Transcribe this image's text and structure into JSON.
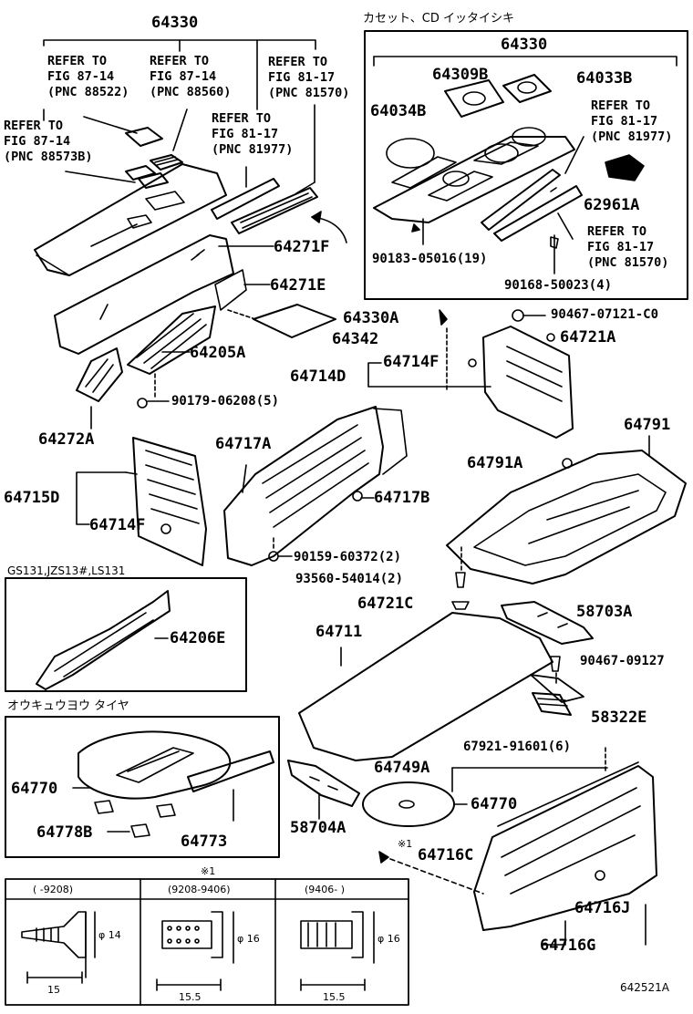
{
  "main": {
    "top_pn": "64330",
    "ref_88522": "REFER TO\nFIG 87-14\n(PNC 88522)",
    "ref_88560": "REFER TO\nFIG 87-14\n(PNC 88560)",
    "ref_81570_top": "REFER TO\nFIG 81-17\n(PNC 81570)",
    "ref_88573b": "REFER TO\nFIG 87-14\n(PNC 88573B)",
    "ref_81977": "REFER TO\nFIG 81-17\n(PNC 81977)",
    "p64271f": "64271F",
    "p64271e": "64271E",
    "p64342": "64342",
    "p64205a": "64205A",
    "p90179": "90179-06208(5)",
    "p64272a": "64272A",
    "p64717a": "64717A",
    "p64717b": "64717B",
    "p64715d": "64715D",
    "p64714f_low": "64714F",
    "p90159": "90159-60372(2)",
    "p93560": "93560-54014(2)",
    "p64721c": "64721C",
    "p64330a": "64330A",
    "p90467_0712": "90467-07121-C0",
    "p64721a": "64721A",
    "p64714f_up": "64714F",
    "p64714d": "64714D",
    "p64791": "64791",
    "p64791a": "64791A",
    "p58703a": "58703A",
    "p64711": "64711",
    "p90467_0912": "90467-09127",
    "p58322e": "58322E",
    "p67921": "67921-91601(6)",
    "p64749a": "64749A",
    "p64770_c": "64770",
    "p58704a": "58704A",
    "p64716c": "64716C",
    "mark_64716c": "※1",
    "p64716j": "64716J",
    "p64716g": "64716G",
    "fig_code": "642521A"
  },
  "cd_inset": {
    "title": "カセット、CD イッタイシキ",
    "pn_64330": "64330",
    "pn_64309b": "64309B",
    "pn_64033b": "64033B",
    "pn_64034b": "64034B",
    "ref_81977": "REFER TO\nFIG 81-17\n(PNC 81977)",
    "pn_62961a": "62961A",
    "ref_81570": "REFER TO\nFIG 81-17\n(PNC 81570)",
    "pn_90183": "90183-05016(19)",
    "pn_90168": "90168-50023(4)"
  },
  "gs_inset": {
    "title": "GS131,JZS13#,LS131",
    "pn": "64206E"
  },
  "tire_inset": {
    "title": "オウキュウヨウ タイヤ",
    "pn_64770": "64770",
    "pn_64778b": "64778B",
    "pn_64773": "64773"
  },
  "clip_table": {
    "mark": "※1",
    "columns": [
      {
        "header": "(     -9208)",
        "dia": "φ 14",
        "length": "15"
      },
      {
        "header": "(9208-9406)",
        "dia": "φ 16",
        "length": "15.5"
      },
      {
        "header": "(9406-      )",
        "dia": "φ 16",
        "length": "15.5"
      }
    ]
  }
}
